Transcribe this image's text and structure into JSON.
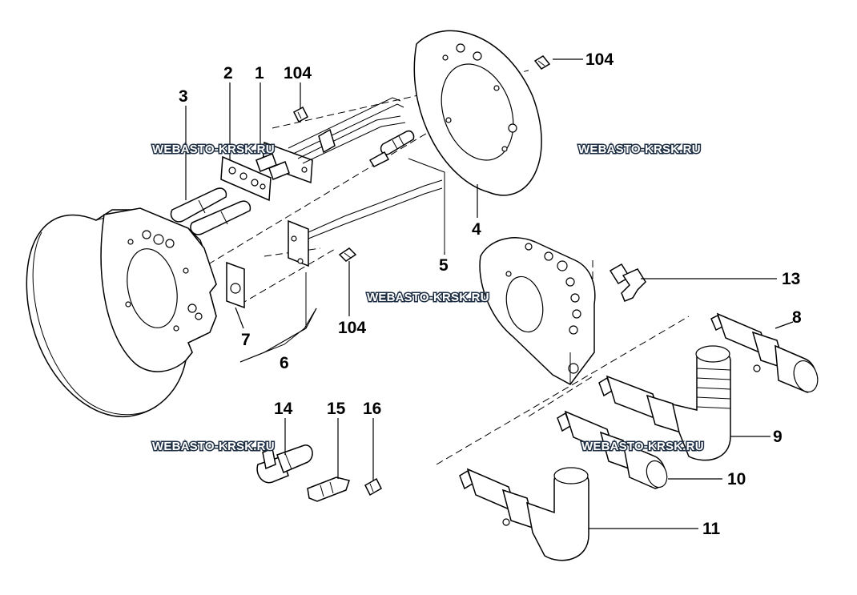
{
  "diagram": {
    "watermark": "WEBASTO-KRSK.RU",
    "callouts": [
      {
        "id": "c-1",
        "text": "1"
      },
      {
        "id": "c-2",
        "text": "2"
      },
      {
        "id": "c-3",
        "text": "3"
      },
      {
        "id": "c-4",
        "text": "4"
      },
      {
        "id": "c-5",
        "text": "5"
      },
      {
        "id": "c-6",
        "text": "6"
      },
      {
        "id": "c-7",
        "text": "7"
      },
      {
        "id": "c-8",
        "text": "8"
      },
      {
        "id": "c-9",
        "text": "9"
      },
      {
        "id": "c-10",
        "text": "10"
      },
      {
        "id": "c-11",
        "text": "11"
      },
      {
        "id": "c-13",
        "text": "13"
      },
      {
        "id": "c-14",
        "text": "14"
      },
      {
        "id": "c-15",
        "text": "15"
      },
      {
        "id": "c-16",
        "text": "16"
      },
      {
        "id": "c-104a",
        "text": "104"
      },
      {
        "id": "c-104b",
        "text": "104"
      },
      {
        "id": "c-104c",
        "text": "104"
      }
    ]
  }
}
